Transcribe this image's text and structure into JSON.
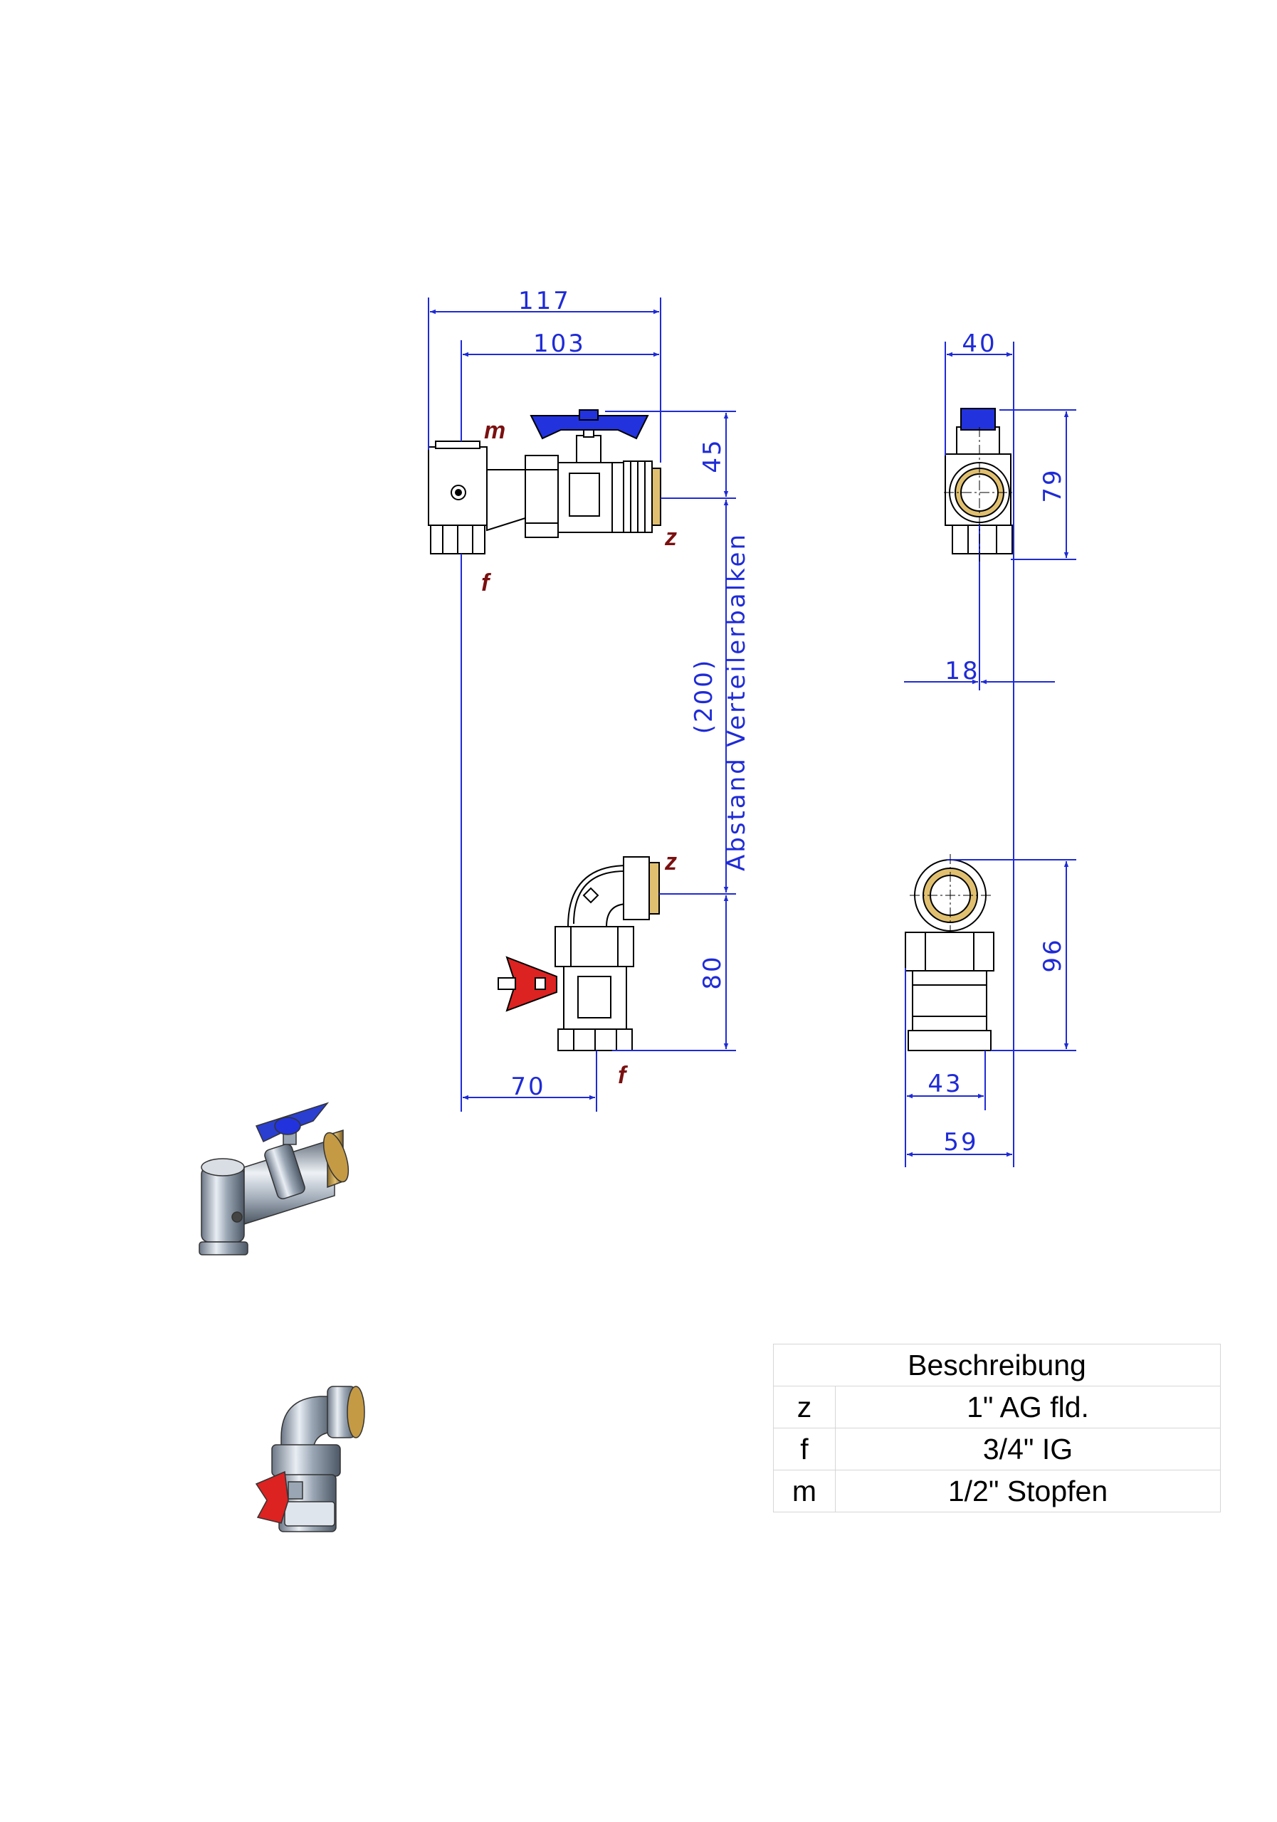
{
  "dimensions": {
    "d117": "117",
    "d103": "103",
    "d45": "45",
    "d200": "(200)",
    "abstand": "Abstand Verteilerbalken",
    "d80": "80",
    "d70": "70",
    "d40": "40",
    "d79": "79",
    "d18": "18",
    "d96": "96",
    "d43": "43",
    "d59": "59"
  },
  "labels": {
    "m": "m",
    "f_top": "f",
    "z_top": "z",
    "z_bottom": "z",
    "f_bottom": "f"
  },
  "table": {
    "header": "Beschreibung",
    "rows": [
      {
        "code": "z",
        "desc": "1\" AG fld."
      },
      {
        "code": "f",
        "desc": "3/4\" IG"
      },
      {
        "code": "m",
        "desc": "1/2\" Stopfen"
      }
    ]
  },
  "colors": {
    "dimension_line": "#1f2bd6",
    "label": "#7a1010",
    "handle_supply": "#2233dd",
    "handle_return": "#dd2222"
  }
}
